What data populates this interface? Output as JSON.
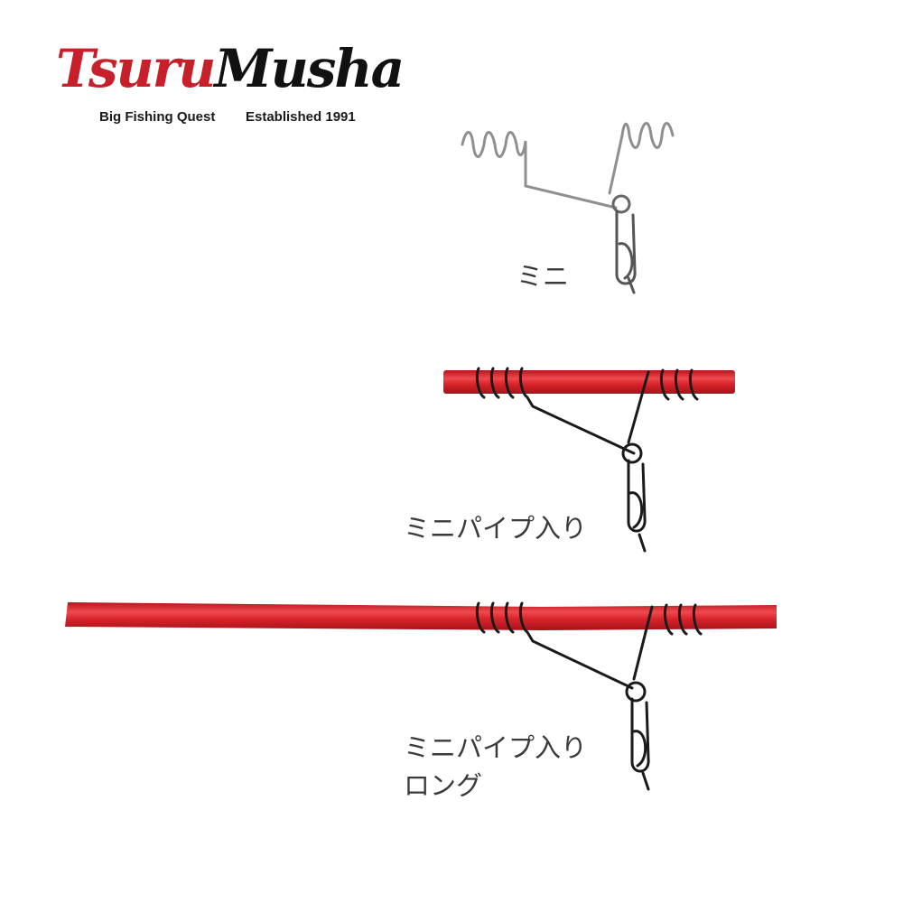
{
  "brand": {
    "name_part1": "Tsuru",
    "name_part2": "Musha",
    "tagline_left": "Big Fishing Quest",
    "tagline_right": "Established 1991",
    "color_red": "#c8202a",
    "color_black": "#111111"
  },
  "products": [
    {
      "label": "ミニ",
      "variant": "no-tube",
      "wire_color": "#9a9a9a"
    },
    {
      "label": "ミニパイプ入り",
      "variant": "short-tube",
      "tube_color": "#d8232a",
      "wire_color": "#1a1a1a"
    },
    {
      "label_line1": "ミニパイプ入り",
      "label_line2": "ロング",
      "variant": "long-tube",
      "tube_color": "#d8232a",
      "wire_color": "#1a1a1a"
    }
  ]
}
